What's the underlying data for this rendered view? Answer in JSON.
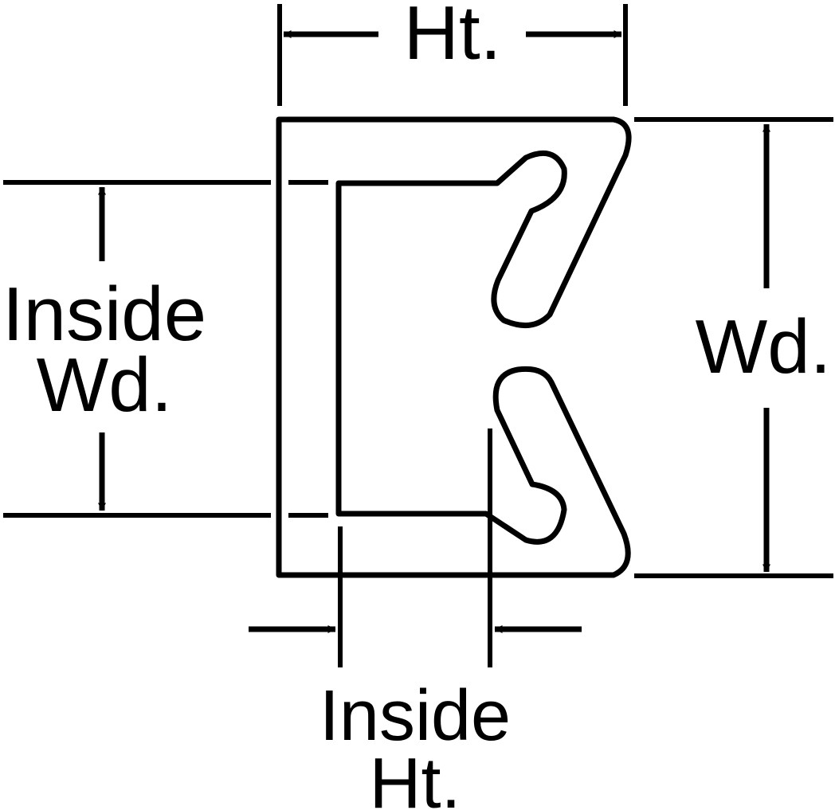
{
  "labels": {
    "height": "Ht.",
    "width": "Wd.",
    "inside_width_line1": "Inside",
    "inside_width_line2": "Wd.",
    "inside_height_line1": "Inside",
    "inside_height_line2": "Ht."
  },
  "colors": {
    "ink": "#000000",
    "background": "#ffffff"
  }
}
